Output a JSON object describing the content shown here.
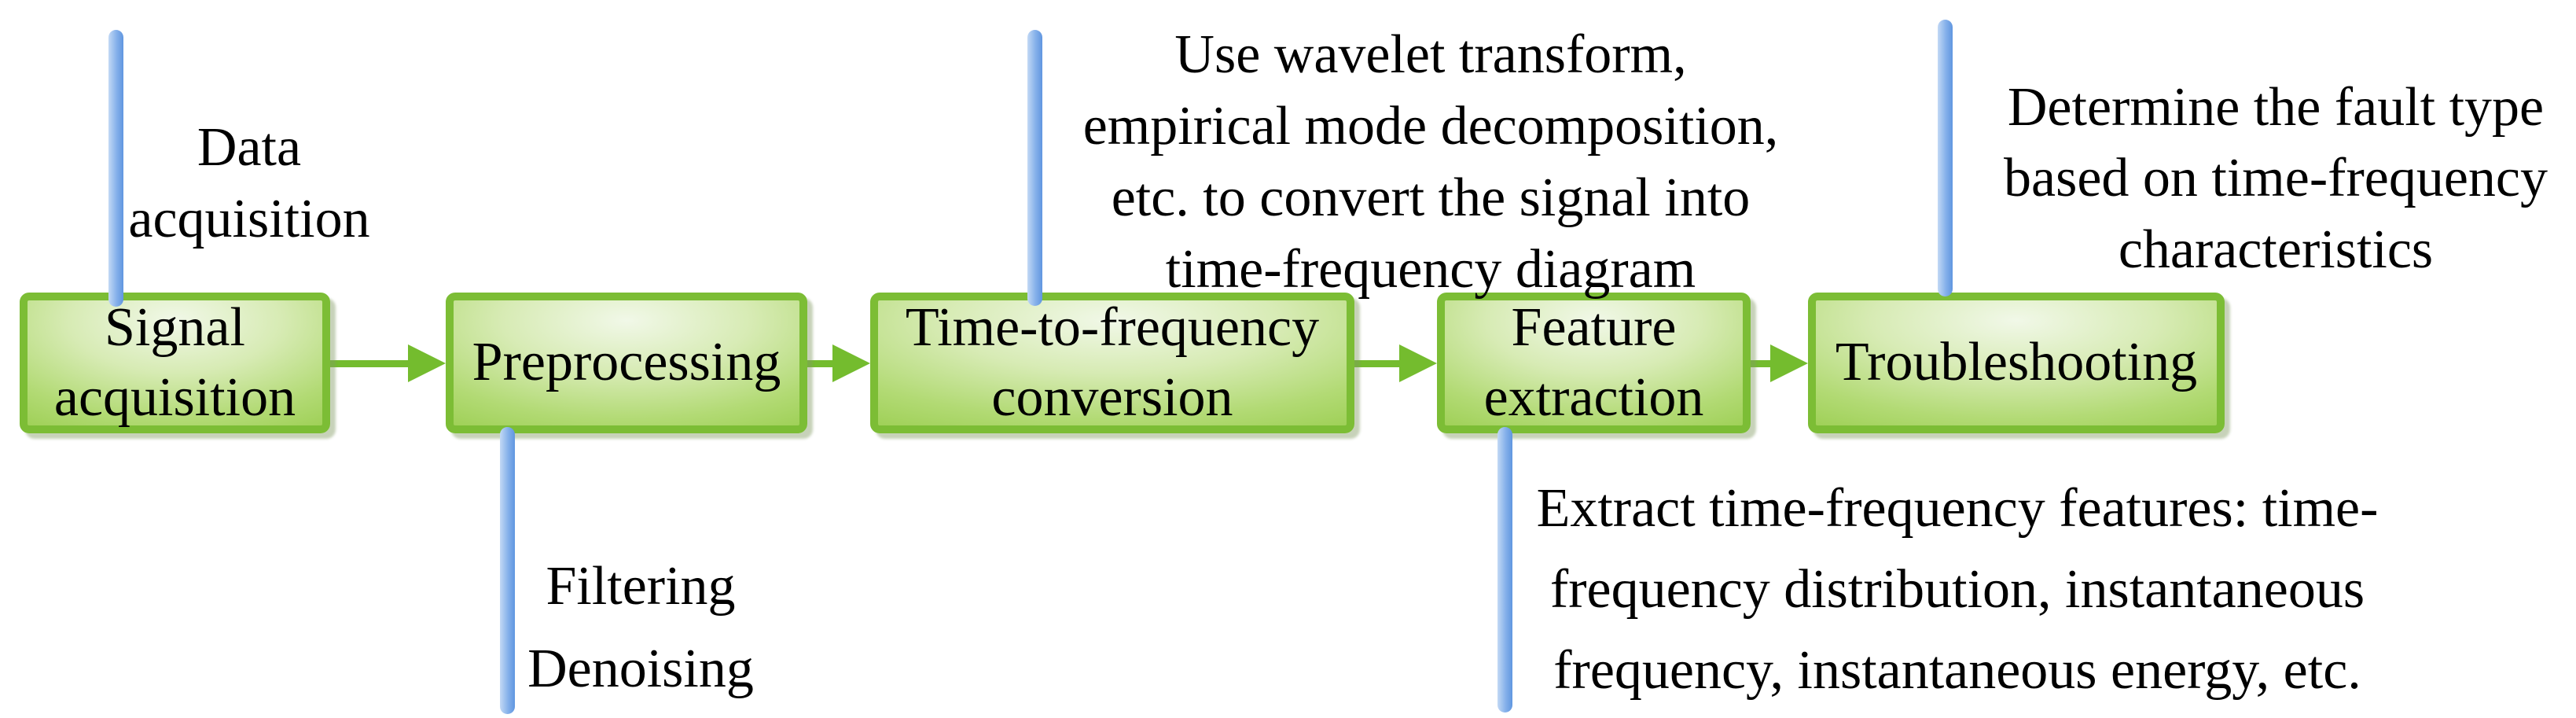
{
  "flowchart": {
    "steps": [
      {
        "id": "signal-acquisition",
        "label": "Signal\nacquisition"
      },
      {
        "id": "preprocessing",
        "label": "Preprocessing"
      },
      {
        "id": "time-to-frequency-conversion",
        "label": "Time-to-frequency\nconversion"
      },
      {
        "id": "feature-extraction",
        "label": "Feature\nextraction"
      },
      {
        "id": "troubleshooting",
        "label": "Troubleshooting"
      }
    ],
    "annotations": [
      {
        "for": "signal-acquisition",
        "position": "above",
        "text": "Data\nacquisition"
      },
      {
        "for": "preprocessing",
        "position": "below",
        "text": "Filtering\nDenoising"
      },
      {
        "for": "time-to-frequency-conversion",
        "position": "above",
        "text": "Use wavelet transform,\nempirical mode decomposition,\netc. to convert the signal into\ntime-frequency diagram"
      },
      {
        "for": "feature-extraction",
        "position": "below",
        "text": "Extract time-frequency features: time-\nfrequency distribution, instantaneous\nfrequency, instantaneous energy, etc."
      },
      {
        "for": "troubleshooting",
        "position": "above",
        "text": "Determine the fault type\nbased on time-frequency\ncharacteristics"
      }
    ],
    "colors": {
      "box_border": "#7cbd35",
      "box_fill_center": "#f1f8e8",
      "box_fill_mid": "#d7ebb4",
      "box_fill_deep": "#b2da74",
      "box_fill_edge": "#99cd4e",
      "arrow": "#74bc2e",
      "callout_light": "#c3d9f5",
      "callout_mid": "#85b0ea",
      "callout_dark": "#6096e0",
      "text": "#000000"
    }
  }
}
